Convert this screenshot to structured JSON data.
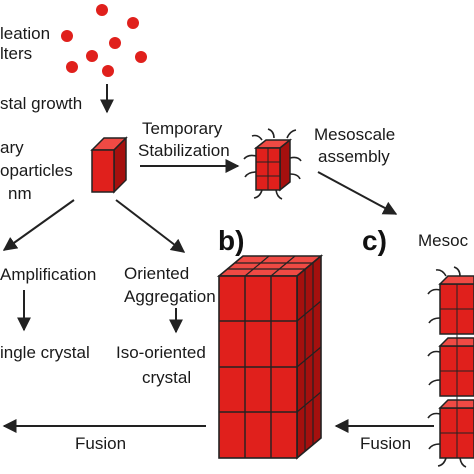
{
  "labels": {
    "nucleation_line1": "leation",
    "nucleation_line2": "lters",
    "crystal_growth": "stal growth",
    "primary_line1": "ary",
    "primary_line2": "oparticles",
    "primary_line3": "nm",
    "temporary_line1": "Temporary",
    "temporary_line2": "Stabilization",
    "mesoscale_line1": "Mesoscale",
    "mesoscale_line2": "assembly",
    "amplification": "Amplification",
    "oriented_line1": "Oriented",
    "oriented_line2": "Aggregation",
    "single_crystal": "ingle crystal",
    "iso_line1": "Iso-oriented",
    "iso_line2": "crystal",
    "panel_b": "b)",
    "panel_c": "c)",
    "meso_partial": "Mesoc",
    "fusion_left": "Fusion",
    "fusion_right": "Fusion"
  },
  "colors": {
    "red": "#e0201c",
    "dark_red": "#a5100e",
    "light_red": "#ef4a44",
    "line": "#222222"
  }
}
